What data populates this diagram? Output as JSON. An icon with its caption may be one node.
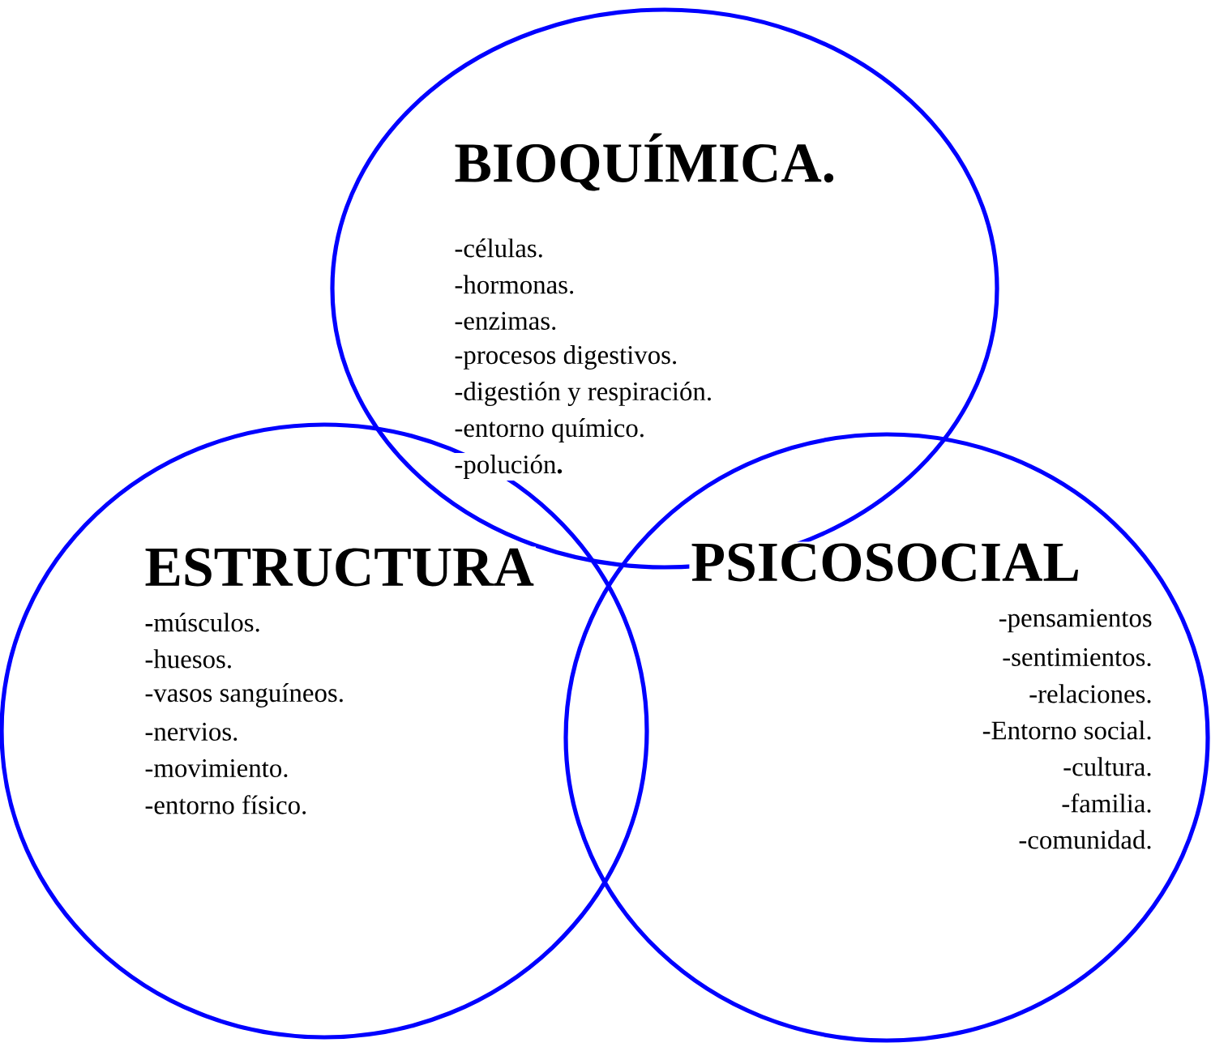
{
  "diagram": {
    "nodes": [
      {
        "text": [
          "BIOQUÍMICA.",
          "-células.",
          "-hormonas.",
          "-enzimas.",
          "-procesos digestivos.",
          "-digestión y respiración.",
          "-entorno químico.",
          "-polución**.**"
        ]
      },
      {
        "text": [
          "ESTRUCTURA",
          "**-**músculos.",
          "-huesos.",
          "-vasos sanguíneos.",
          "-nervios.",
          "-movimiento.",
          "-entorno físico."
        ]
      },
      {
        "text": [
          "PSICOSOCIAL",
          "-pensamientos",
          "-sentimientos.",
          "-relaciones.",
          "-Entorno social.",
          "-cultura.",
          "-familia.",
          "-comunidad."
        ]
      }
    ]
  }
}
